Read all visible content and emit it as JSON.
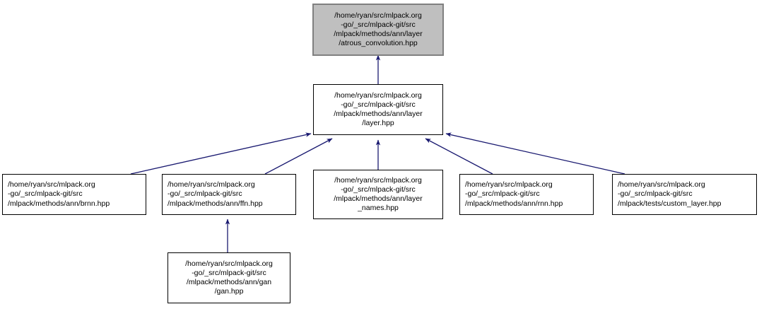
{
  "diagram": {
    "type": "include-dependency-graph",
    "title": "atrous_convolution.hpp include dependency graph",
    "edge_color": "#191970",
    "node_fill": "#ffffff",
    "node_border": "#000000",
    "highlight_fill": "#bfbfbf",
    "highlight_border": "#808080",
    "background": "#ffffff"
  },
  "nodes": [
    {
      "id": "atrous_convolution",
      "label": "/home/ryan/src/mlpack.org\n-go/_src/mlpack-git/src\n/mlpack/methods/ann/layer\n/atrous_convolution.hpp",
      "highlighted": true,
      "align": "center"
    },
    {
      "id": "layer",
      "label": "/home/ryan/src/mlpack.org\n-go/_src/mlpack-git/src\n/mlpack/methods/ann/layer\n/layer.hpp",
      "highlighted": false,
      "align": "center"
    },
    {
      "id": "brnn",
      "label": "/home/ryan/src/mlpack.org\n-go/_src/mlpack-git/src\n/mlpack/methods/ann/brnn.hpp",
      "highlighted": false,
      "align": "left"
    },
    {
      "id": "ffn",
      "label": "/home/ryan/src/mlpack.org\n-go/_src/mlpack-git/src\n/mlpack/methods/ann/ffn.hpp",
      "highlighted": false,
      "align": "left"
    },
    {
      "id": "layer_names",
      "label": "/home/ryan/src/mlpack.org\n-go/_src/mlpack-git/src\n/mlpack/methods/ann/layer\n_names.hpp",
      "highlighted": false,
      "align": "center"
    },
    {
      "id": "rnn",
      "label": "/home/ryan/src/mlpack.org\n-go/_src/mlpack-git/src\n/mlpack/methods/ann/rnn.hpp",
      "highlighted": false,
      "align": "left"
    },
    {
      "id": "custom_layer",
      "label": "/home/ryan/src/mlpack.org\n-go/_src/mlpack-git/src\n/mlpack/tests/custom_layer.hpp",
      "highlighted": false,
      "align": "left"
    },
    {
      "id": "gan",
      "label": "/home/ryan/src/mlpack.org\n-go/_src/mlpack-git/src\n/mlpack/methods/ann/gan\n/gan.hpp",
      "highlighted": false,
      "align": "center"
    }
  ],
  "edges": [
    {
      "from": "layer",
      "to": "atrous_convolution"
    },
    {
      "from": "brnn",
      "to": "layer"
    },
    {
      "from": "ffn",
      "to": "layer"
    },
    {
      "from": "layer_names",
      "to": "layer"
    },
    {
      "from": "rnn",
      "to": "layer"
    },
    {
      "from": "custom_layer",
      "to": "layer"
    },
    {
      "from": "gan",
      "to": "ffn"
    }
  ]
}
